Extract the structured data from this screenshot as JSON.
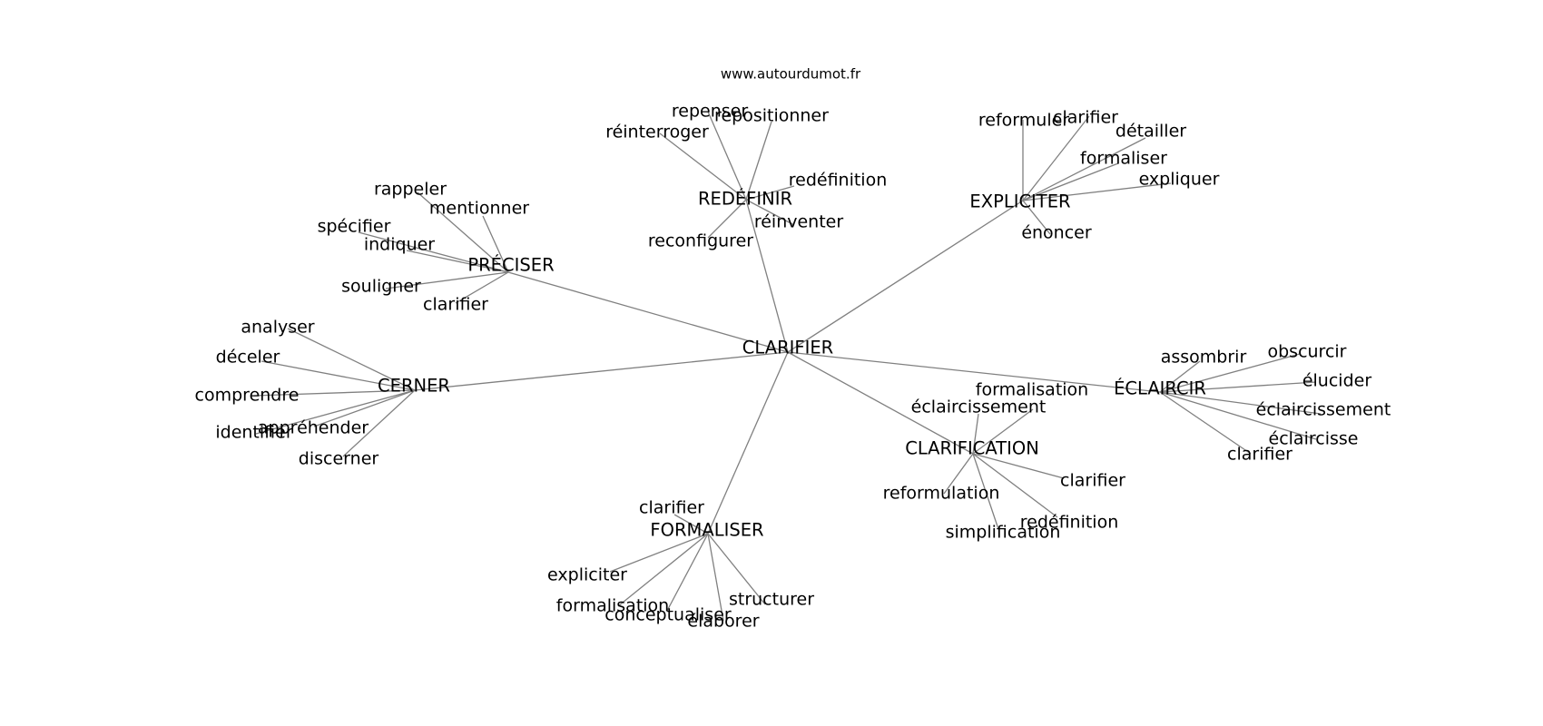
{
  "source": "www.autourdumot.fr",
  "root": "CLARIFIER",
  "groups": [
    {
      "hub": "PRÉCISER",
      "words": [
        "rappeler",
        "mentionner",
        "spécifier",
        "indiquer",
        "souligner",
        "clarifier"
      ]
    },
    {
      "hub": "REDÉFINIR",
      "words": [
        "repenser",
        "repositionner",
        "réinterroger",
        "redéfinition",
        "réinventer",
        "reconfigurer"
      ]
    },
    {
      "hub": "EXPLICITER",
      "words": [
        "reformuler",
        "clarifier",
        "détailler",
        "formaliser",
        "expliquer",
        "énoncer"
      ]
    },
    {
      "hub": "CERNER",
      "words": [
        "analyser",
        "déceler",
        "comprendre",
        "appréhender",
        "identifier",
        "discerner"
      ]
    },
    {
      "hub": "ÉCLAIRCIR",
      "words": [
        "assombrir",
        "obscurcir",
        "élucider",
        "éclaircissement",
        "éclaircisse",
        "clarifier"
      ]
    },
    {
      "hub": "CLARIFICATION",
      "words": [
        "formalisation",
        "éclaircissement",
        "clarifier",
        "reformulation",
        "redéfinition",
        "simplification"
      ]
    },
    {
      "hub": "FORMALISER",
      "words": [
        "clarifier",
        "expliciter",
        "formalisation",
        "conceptualiser",
        "élaborer",
        "structurer"
      ]
    }
  ],
  "colors": {
    "edge": "#808080",
    "text": "#000000",
    "background": "#ffffff"
  }
}
